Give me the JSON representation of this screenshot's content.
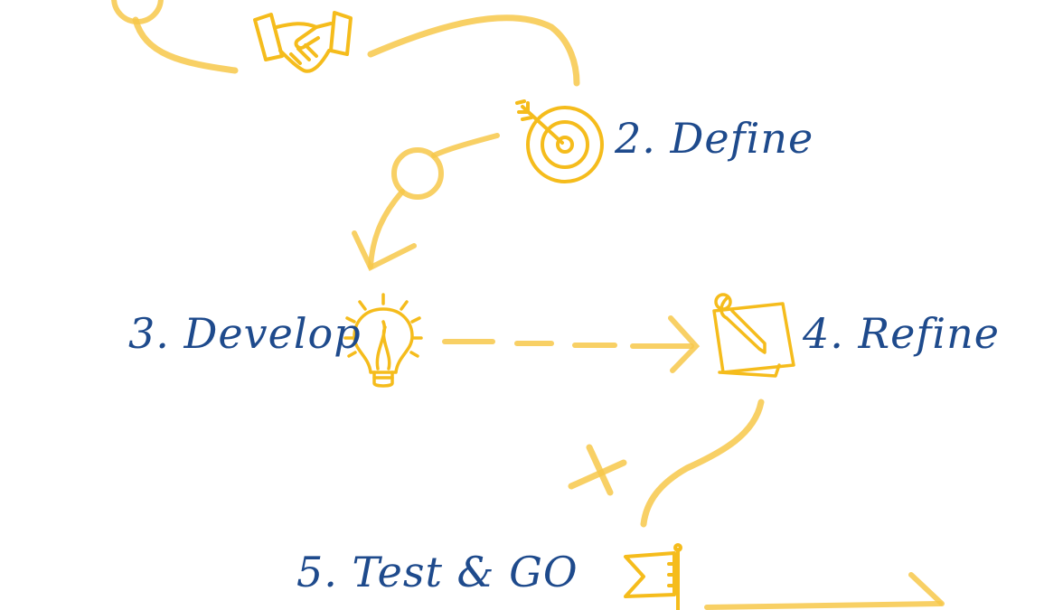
{
  "steps": [
    {
      "label": "2. Define",
      "icon": "target-icon"
    },
    {
      "label": "3. Develop",
      "icon": "lightbulb-icon"
    },
    {
      "label": "4. Refine",
      "icon": "notepad-pencil-icon"
    },
    {
      "label": "5. Test & GO",
      "icon": "flag-icon"
    }
  ],
  "icons": [
    "handshake-icon",
    "target-icon",
    "lightbulb-icon",
    "notepad-pencil-icon",
    "flag-icon"
  ],
  "colors": {
    "text": "#1e4a8c",
    "accent": "#f5bc1c"
  }
}
